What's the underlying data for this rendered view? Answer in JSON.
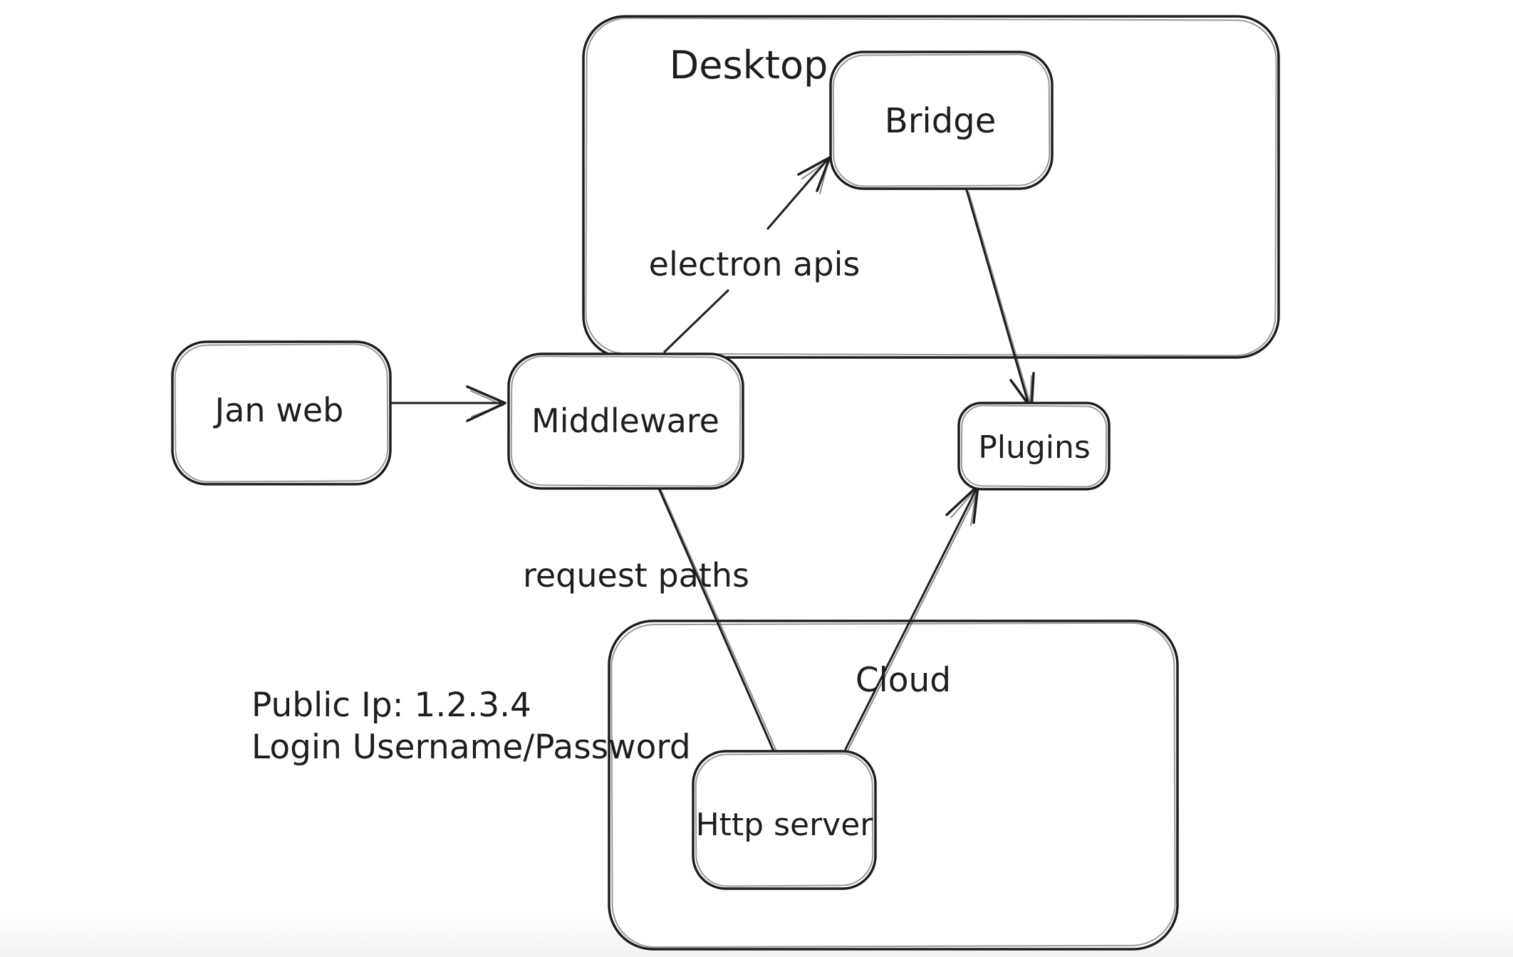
{
  "diagram": {
    "containers": [
      {
        "id": "desktop",
        "label": "Desktop"
      },
      {
        "id": "cloud",
        "label": "Cloud"
      }
    ],
    "nodes": [
      {
        "id": "jan-web",
        "label": "Jan web"
      },
      {
        "id": "middleware",
        "label": "Middleware"
      },
      {
        "id": "bridge",
        "label": "Bridge"
      },
      {
        "id": "plugins",
        "label": "Plugins"
      },
      {
        "id": "http-server",
        "label": "Http server"
      }
    ],
    "edges": [
      {
        "from": "jan-web",
        "to": "middleware",
        "label": ""
      },
      {
        "from": "middleware",
        "to": "bridge",
        "label": "electron apis"
      },
      {
        "from": "bridge",
        "to": "plugins",
        "label": ""
      },
      {
        "from": "middleware",
        "to": "http-server",
        "label": "request paths"
      },
      {
        "from": "http-server",
        "to": "plugins",
        "label": ""
      }
    ],
    "annotations": {
      "lines": [
        "Public Ip: 1.2.3.4",
        "Login Username/Password"
      ]
    },
    "colors": {
      "stroke": "#1e1e1e",
      "canvas": "#ffffff"
    }
  }
}
